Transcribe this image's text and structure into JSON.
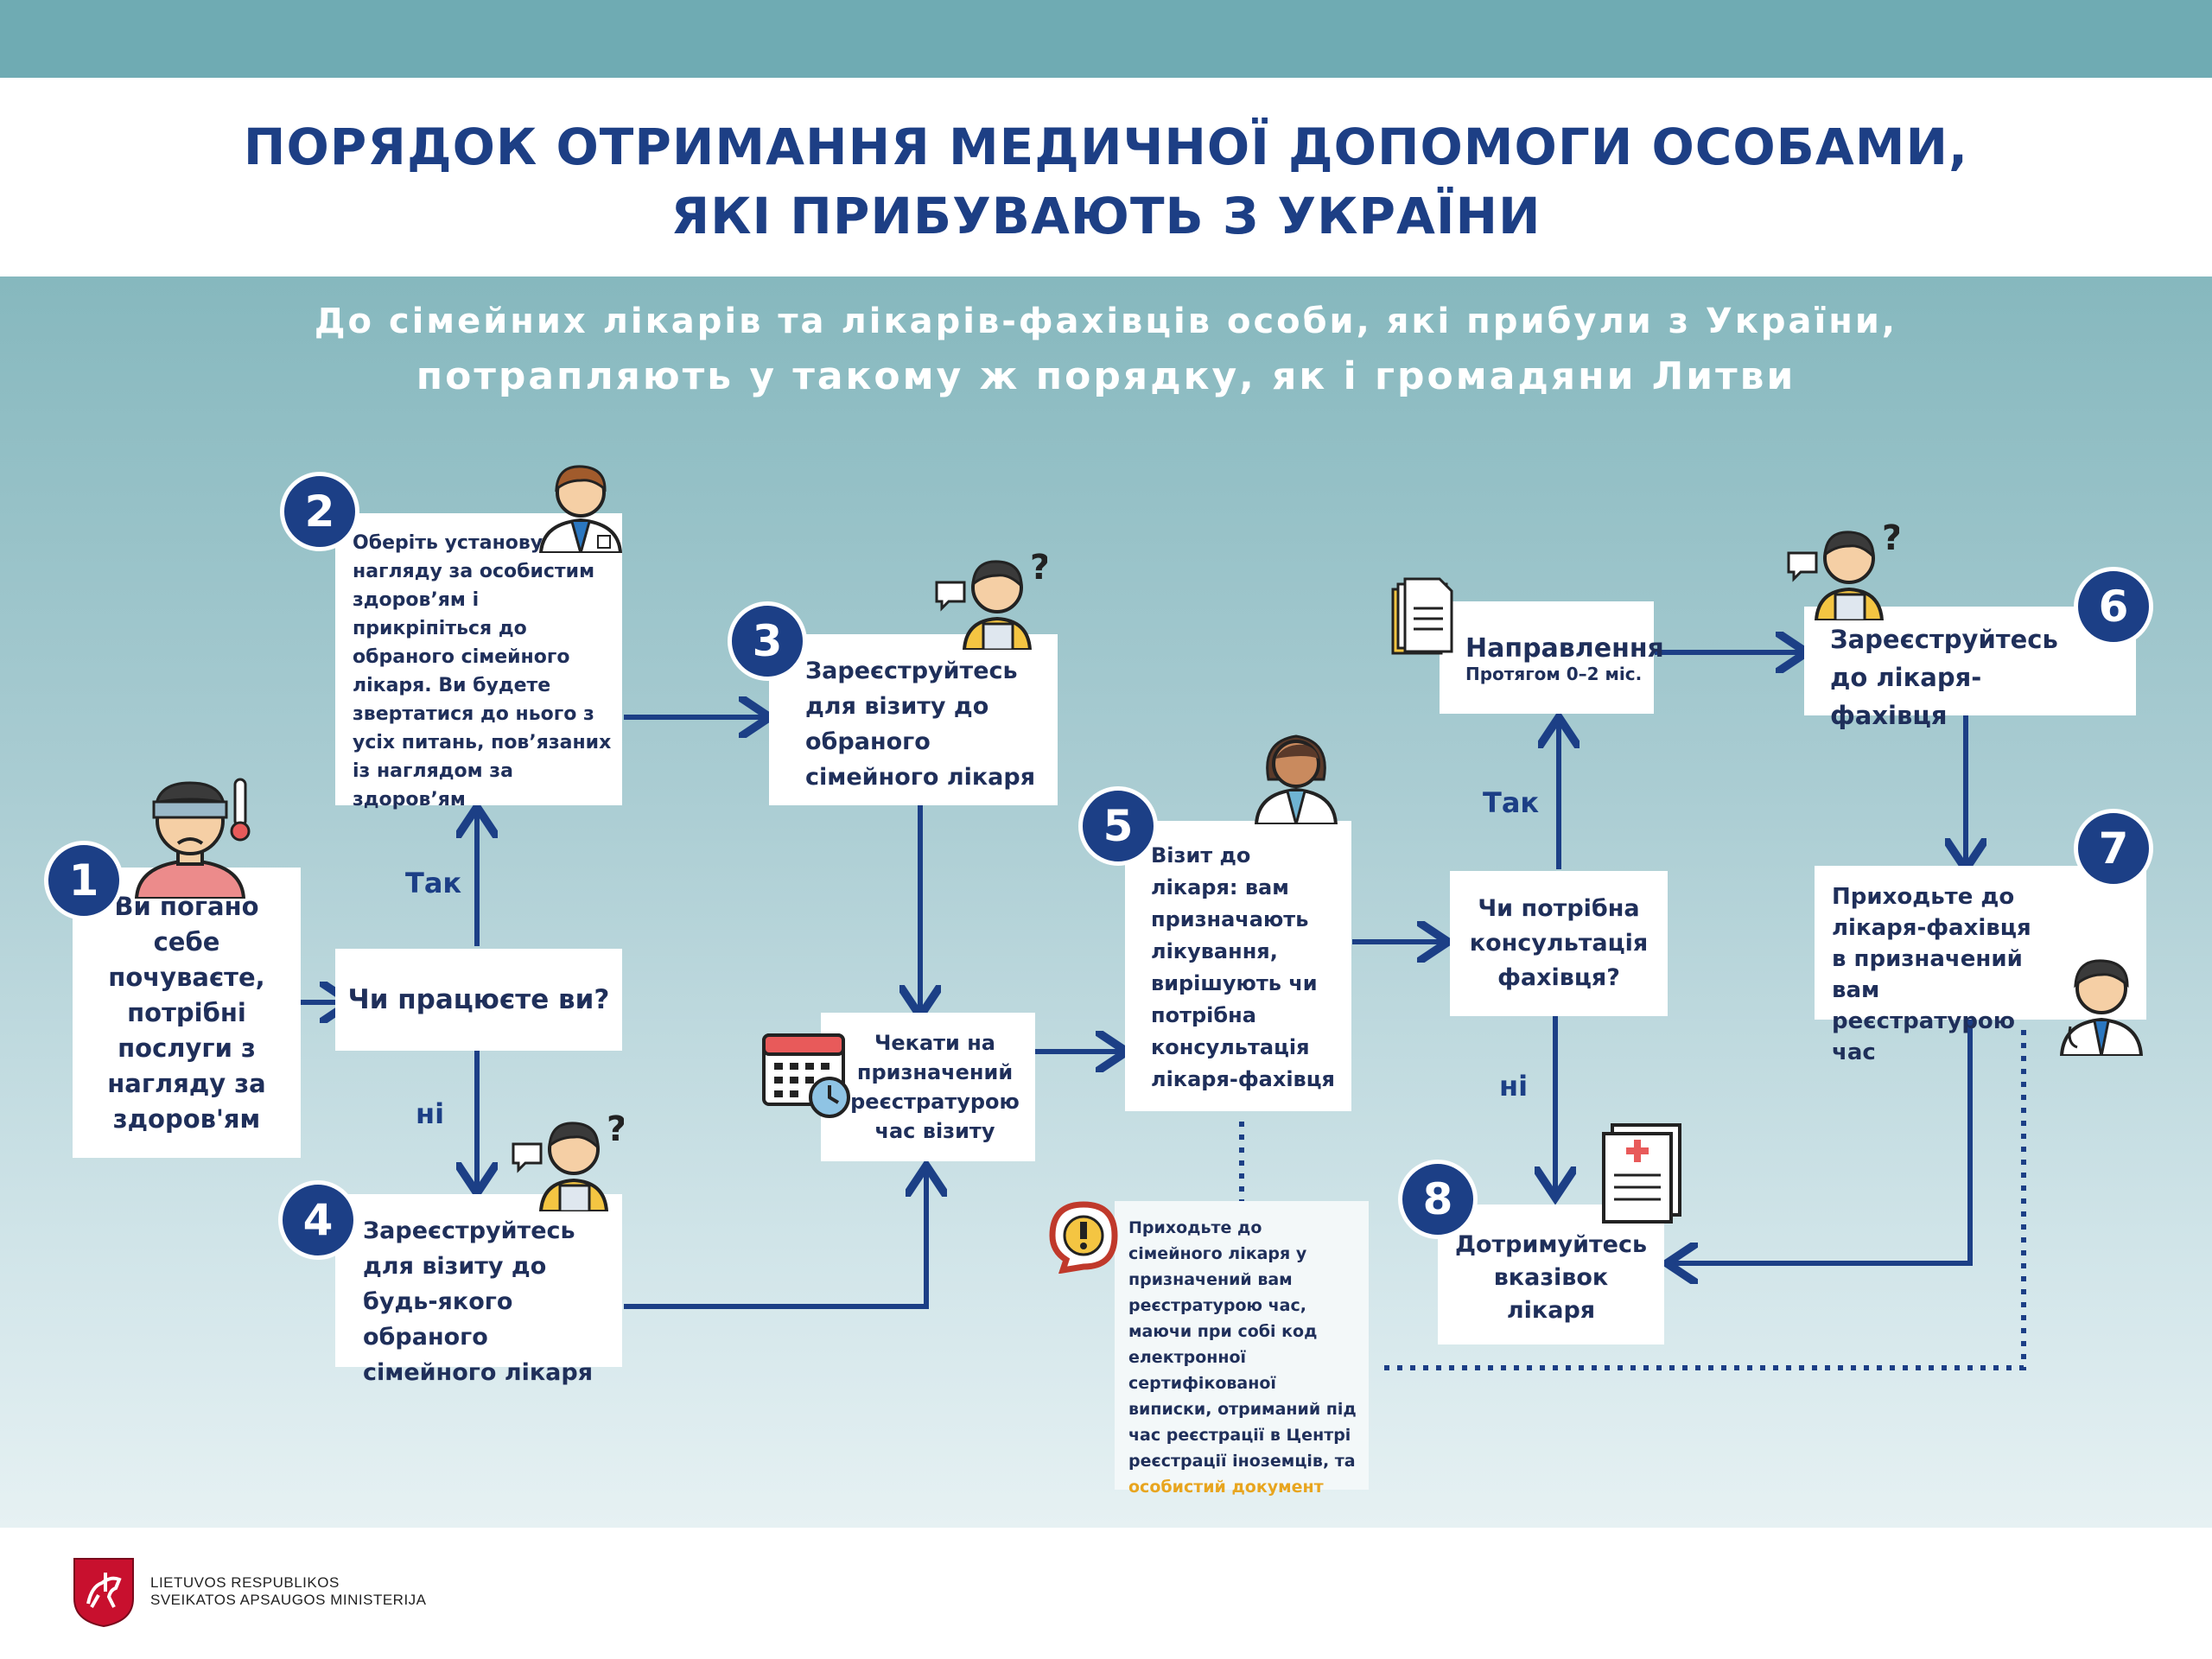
{
  "title": {
    "line1": "ПОРЯДОК ОТРИМАННЯ МЕДИЧНОЇ ДОПОМОГИ ОСОБАМИ,",
    "line2": "ЯКІ ПРИБУВАЮТЬ З УКРАЇНИ"
  },
  "subtitle": {
    "line1": "До сімейних лікарів та лікарів-фахівців особи, які прибули з України,",
    "line2": "потрапляють у такому ж порядку, як і громадяни Литви"
  },
  "steps": {
    "s1": {
      "num": "1",
      "text": "Ви погано себе почуваєте, потрібні послуги з нагляду за здоров'ям"
    },
    "s2": {
      "num": "2",
      "text": "Оберіть установу з нагляду за особистим здоров’ям і прикріпіться до обраного сімейного лікаря. Ви будете звертатися до нього з усіх питань, пов’язаних із наглядом за здоров’ям"
    },
    "s3": {
      "num": "3",
      "text": "Зареєструйтесь для візиту до обраного сімейного лікаря"
    },
    "s4": {
      "num": "4",
      "text": "Зареєструйтесь для візиту до будь-якого обраного сімейного лікаря"
    },
    "s5": {
      "num": "5",
      "text": "Візит до лікаря: вам призначають лікування, вирішують чи потрібна консультація лікаря-фахівця"
    },
    "s6": {
      "num": "6",
      "text": "Зареєструйтесь до лікаря-фахівця"
    },
    "s7": {
      "num": "7",
      "text": "Приходьте до лікаря-фахівця в призначений вам реєстратурою час"
    },
    "s8": {
      "num": "8",
      "text": "Дотримуйтесь вказівок лікаря"
    }
  },
  "question_work": "Чи працюєте ви?",
  "question_specialist": "Чи потрібна консультація фахівця?",
  "wait_box": "Чекати на призначений реєстратурою час візиту",
  "referral": {
    "title": "Направлення",
    "note": "Протягом 0–2 міс."
  },
  "labels": {
    "yes1": "Так",
    "no1": "ні",
    "yes2": "Так",
    "no2": "ні"
  },
  "note": {
    "text": "Приходьте до сімейного лікаря у призначений вам реєстратурою час, маючи при собі код електронної сертифікованої виписки, отриманий під час реєстрації в Центрі реєстрації іноземців, та",
    "highlight": "особистий документ"
  },
  "footer": {
    "line1": "LIETUVOS RESPUBLIKOS",
    "line2": "SVEIKATOS APSAUGOS MINISTERIJA"
  },
  "colors": {
    "primary": "#1c3f86",
    "teal": "#6fabb3",
    "highlight": "#e8a51f"
  },
  "icons": [
    "sick-person-icon",
    "doctor-icon",
    "person-question-icon",
    "calendar-clock-icon",
    "documents-icon",
    "warning-icon",
    "medical-report-icon"
  ]
}
